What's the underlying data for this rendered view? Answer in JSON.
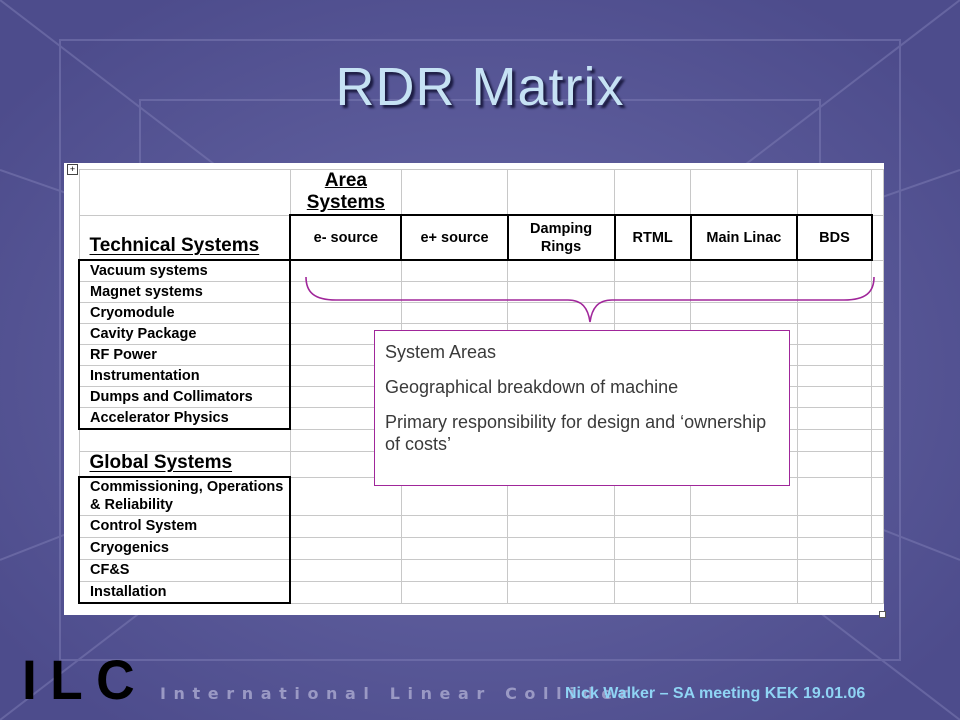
{
  "slide": {
    "title": "RDR Matrix",
    "logo_letters": "ILC",
    "logo_text": "International Linear Collider",
    "footer": "Nick Walker – SA meeting KEK 19.01.06"
  },
  "matrix": {
    "area_header": [
      "Area",
      "Systems"
    ],
    "technical_header": "Technical Systems",
    "columns": [
      "e- source",
      "e+ source",
      "Damping Rings",
      "RTML",
      "Main Linac",
      "BDS"
    ],
    "technical_rows": [
      "Vacuum systems",
      "Magnet systems",
      "Cryomodule",
      "Cavity Package",
      "RF Power",
      "Instrumentation",
      "Dumps and Collimators",
      "Accelerator Physics"
    ],
    "global_header": "Global Systems",
    "global_rows": [
      "Commissioning, Operations & Reliability",
      "Control System",
      "Cryogenics",
      "CF&S",
      "Installation"
    ]
  },
  "callout": {
    "lines": [
      "System Areas",
      "Geographical breakdown of machine",
      "Primary responsibility for design and ‘ownership of costs’"
    ]
  }
}
